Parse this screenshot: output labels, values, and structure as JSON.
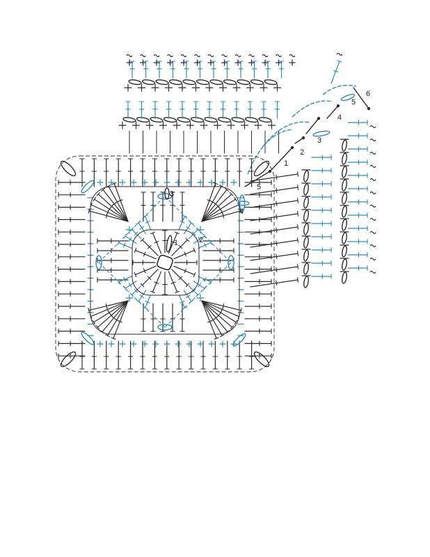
{
  "colors": {
    "black": "#2b2b2b",
    "blue": "#2a8bc4",
    "background": "#ffffff"
  },
  "round_labels": {
    "center": [
      "1",
      "2",
      "3",
      "4",
      "5"
    ],
    "corner": [
      "1",
      "2",
      "3",
      "4",
      "5",
      "6"
    ]
  },
  "stitch_legend": {
    "dc": "double-crochet-symbol",
    "sc": "single-crochet-symbol",
    "ch": "chain-symbol",
    "sl": "slip-stitch-dot",
    "fasten": "tilde-end-mark"
  }
}
